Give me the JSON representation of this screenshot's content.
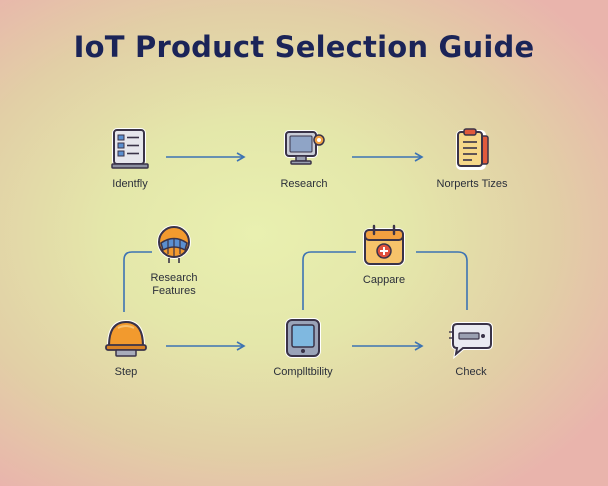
{
  "title": "IoT Product Selection Guide",
  "nodes": {
    "identify": {
      "label": "Identfly",
      "icon": "checklist-monitor-icon"
    },
    "research": {
      "label": "Research",
      "icon": "computer-monitor-icon"
    },
    "norperts": {
      "label": "Norperts Tizes",
      "icon": "document-clipboard-icon"
    },
    "research_features": {
      "label": "Research\nFeatures",
      "icon": "parachute-balloon-icon"
    },
    "cappare": {
      "label": "Cappare",
      "icon": "calendar-plus-icon"
    },
    "step": {
      "label": "Step",
      "icon": "hard-hat-icon"
    },
    "compatibility": {
      "label": "Complltbility",
      "icon": "tablet-device-icon"
    },
    "check": {
      "label": "Check",
      "icon": "chat-bubble-icon"
    }
  },
  "colors": {
    "title": "#1b2458",
    "connector": "#3d73b3",
    "icon_outline": "#3a3348"
  }
}
